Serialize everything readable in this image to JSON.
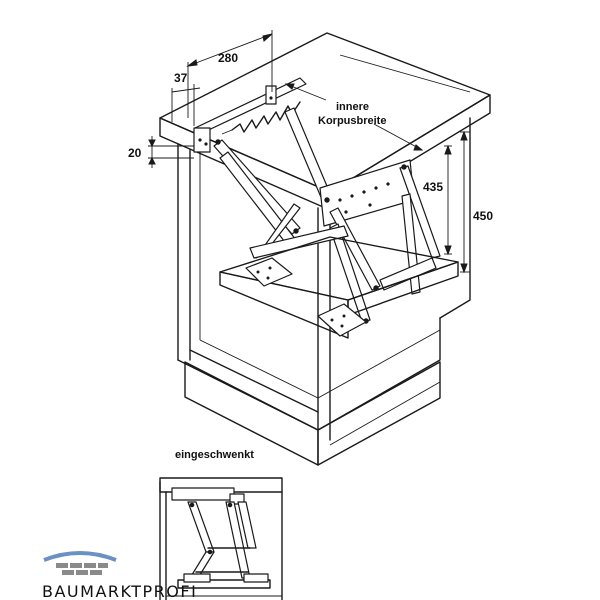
{
  "dimensions": {
    "d280": "280",
    "d37": "37",
    "d20": "20",
    "d435": "435",
    "d450": "450"
  },
  "labels": {
    "inner_width_line1": "innere",
    "inner_width_line2": "Korpusbreite",
    "swung_in": "eingeschwenkt"
  },
  "logo": {
    "text": "BAUMARKTPROFI"
  },
  "colors": {
    "line": "#1a1a1a",
    "logo_text": "#2a2a2a",
    "logo_blue": "#6a90c4",
    "logo_gray": "#8a8a8a"
  }
}
